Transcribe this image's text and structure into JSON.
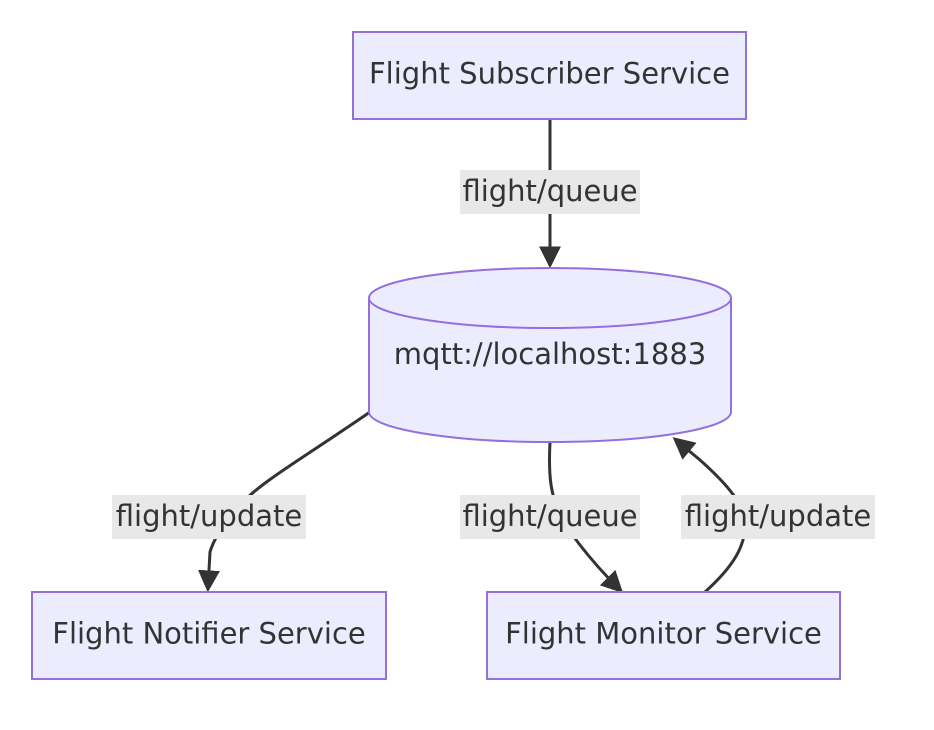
{
  "nodes": {
    "subscriber": "Flight Subscriber Service",
    "broker": "mqtt://localhost:1883",
    "notifier": "Flight Notifier Service",
    "monitor": "Flight Monitor Service"
  },
  "edges": {
    "subscriber_to_broker": "flight/queue",
    "broker_to_notifier": "flight/update",
    "broker_to_monitor": "flight/queue",
    "monitor_to_broker": "flight/update"
  },
  "colors": {
    "node_fill": "#ECECFF",
    "node_stroke": "#9370DB",
    "edge_stroke": "#333333",
    "label_background": "#E8E8E8",
    "text": "#333333"
  }
}
